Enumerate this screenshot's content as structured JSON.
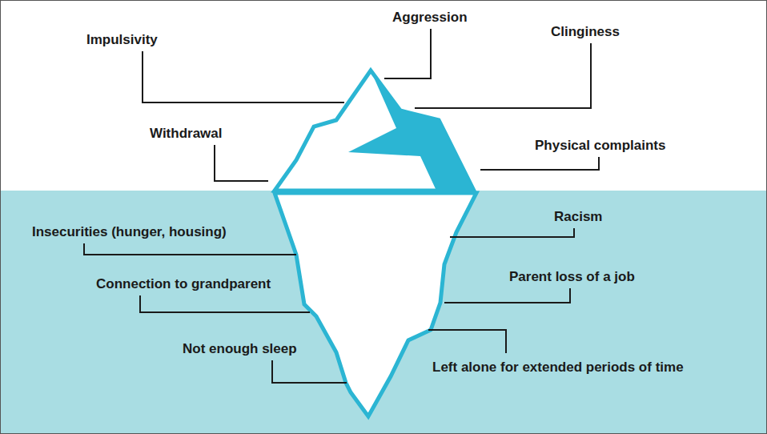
{
  "diagram": {
    "labels": [
      "Aggression",
      "Impulsivity",
      "Clinginess",
      "Withdrawal",
      "Physical complaints",
      "Insecurities (hunger, housing)",
      "Racism",
      "Connection to grandparent",
      "Parent loss of a job",
      "Not enough sleep",
      "Left alone for extended periods of time"
    ]
  }
}
